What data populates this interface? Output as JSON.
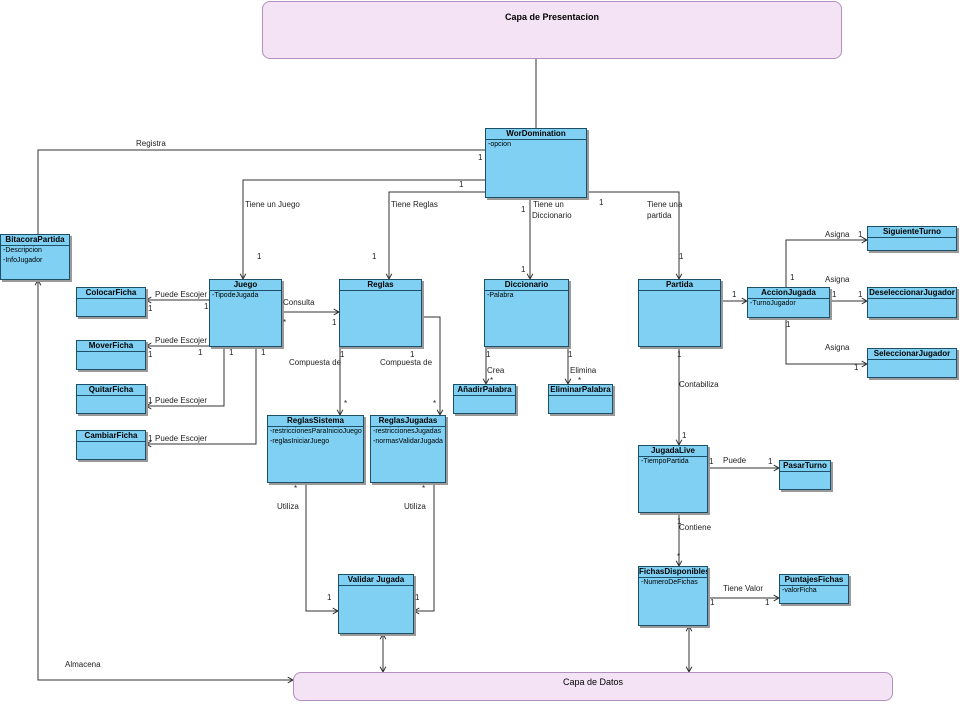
{
  "packages": {
    "presentacion": "Capa de Presentacion",
    "datos": "Capa de Datos"
  },
  "classes": {
    "wordomination": {
      "name": "WorDomination",
      "attrs": [
        "-opcion"
      ]
    },
    "bitacora": {
      "name": "BitacoraPartida",
      "attrs": [
        "-Descripcion",
        "-InfoJugador"
      ]
    },
    "juego": {
      "name": "Juego",
      "attrs": [
        "-TipodeJugada"
      ]
    },
    "reglas": {
      "name": "Reglas",
      "attrs": []
    },
    "diccionario": {
      "name": "Diccionario",
      "attrs": [
        "-Palabra"
      ]
    },
    "partida": {
      "name": "Partida",
      "attrs": []
    },
    "accion": {
      "name": "AccionJugada",
      "attrs": [
        "-TurnoJugador"
      ]
    },
    "siguiente": {
      "name": "SiguienteTurno",
      "attrs": []
    },
    "deseleccionar": {
      "name": "DeseleccionarJugador",
      "attrs": []
    },
    "seleccionar": {
      "name": "SeleccionarJugador",
      "attrs": []
    },
    "colocar": {
      "name": "ColocarFicha",
      "attrs": []
    },
    "mover": {
      "name": "MoverFicha",
      "attrs": []
    },
    "quitar": {
      "name": "QuitarFicha",
      "attrs": []
    },
    "cambiar": {
      "name": "CambiarFicha",
      "attrs": []
    },
    "anadir": {
      "name": "AñadirPalabra",
      "attrs": []
    },
    "eliminar": {
      "name": "EliminarPalabra",
      "attrs": []
    },
    "reglassistema": {
      "name": "ReglasSistema",
      "attrs": [
        "-restriccionesParaInicioJuego",
        "-reglasIniciarJuego"
      ]
    },
    "reglasjugadas": {
      "name": "ReglasJugadas",
      "attrs": [
        "-restriccionesJugadas",
        "-normasValidarJugada"
      ]
    },
    "validar": {
      "name": "Validar Jugada",
      "attrs": []
    },
    "jugadalive": {
      "name": "JugadaLive",
      "attrs": [
        "-TiempoPartida"
      ]
    },
    "pasarturno": {
      "name": "PasarTurno",
      "attrs": []
    },
    "fichas": {
      "name": "FichasDisponibles",
      "attrs": [
        "-NumeroDeFichas"
      ]
    },
    "puntajes": {
      "name": "PuntajesFichas",
      "attrs": [
        "-valorFicha"
      ]
    }
  },
  "labels": {
    "registra": "Registra",
    "tiene_juego": "Tiene un Juego",
    "tiene_reglas": "Tiene Reglas",
    "tiene_diccionario_1": "Tiene un",
    "tiene_diccionario_2": "Diccionario",
    "tiene_partida_1": "Tiene una",
    "tiene_partida_2": "partida",
    "asigna": "Asigna",
    "puede_escojer": "Puede Escojer",
    "consulta": "Consulta",
    "compuesta_de": "Compuesta de",
    "crea": "Crea",
    "elimina": "Elimina",
    "contabiliza": "Contabiliza",
    "puede": "Puede",
    "contiene": "Contiene",
    "tiene_valor": "Tiene Valor",
    "utiliza": "Utiliza",
    "almacena": "Almacena"
  },
  "multiplicity": {
    "one": "1",
    "many": "*"
  }
}
